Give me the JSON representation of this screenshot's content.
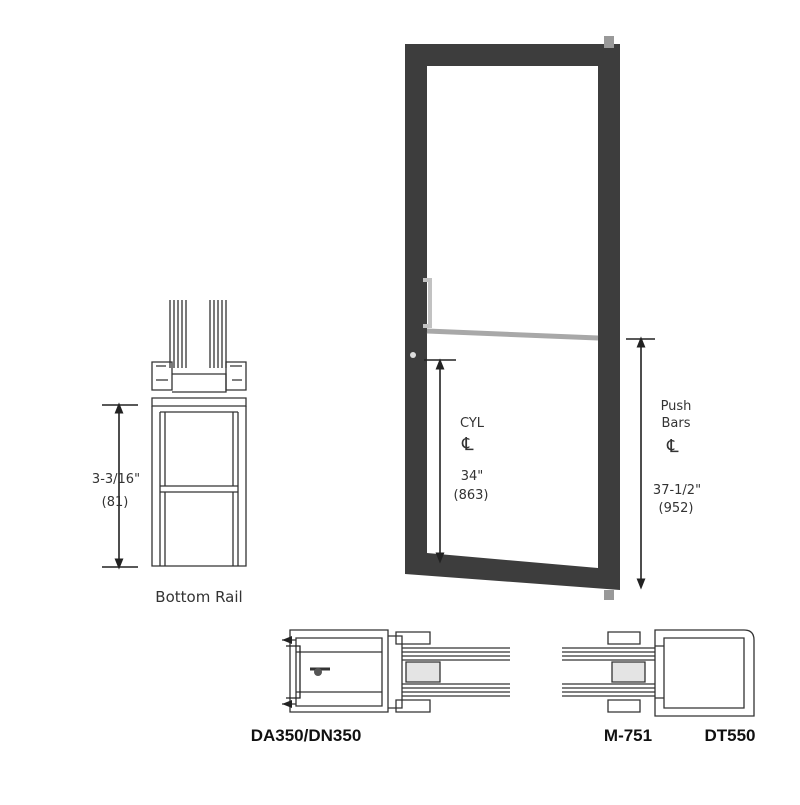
{
  "cylinder": {
    "title": "CYL",
    "dim_in": "34\"",
    "dim_mm": "(863)"
  },
  "push_bars": {
    "title_line1": "Push",
    "title_line2": "Bars",
    "dim_in": "37-1/2\"",
    "dim_mm": "(952)"
  },
  "centerline_symbol": "℄",
  "bottom_rail": {
    "label": "Bottom Rail",
    "dim_in": "3-3/16\"",
    "dim_mm": "(81)"
  },
  "sections": {
    "hinge_stile": "DA350/DN350",
    "glass_stop": "M-751",
    "lock_stile": "DT550"
  },
  "colors": {
    "frame": "#3d3d3d",
    "line": "#333333",
    "metal": "#b8b8b8"
  }
}
